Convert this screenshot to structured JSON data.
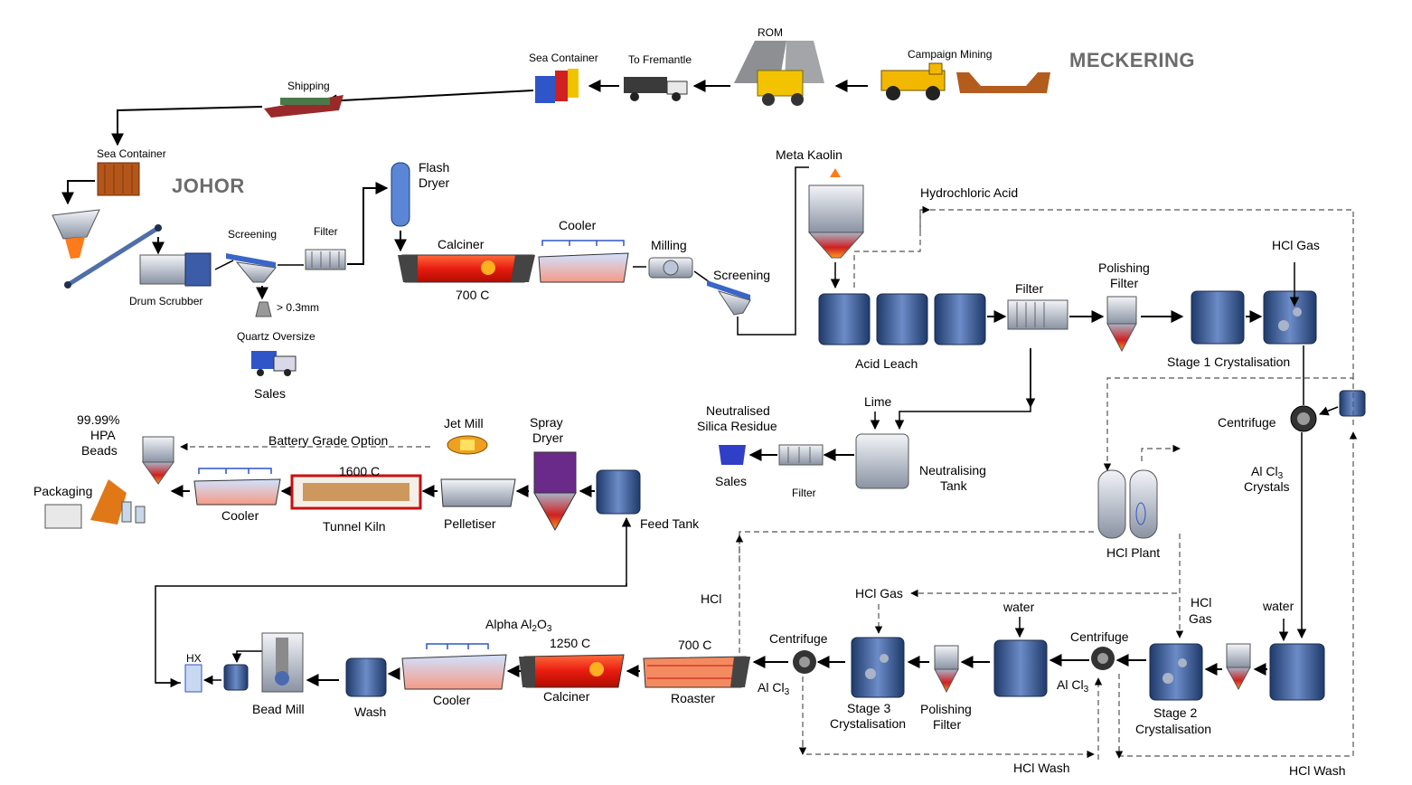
{
  "sites": {
    "meckering": "MECKERING",
    "johor": "JOHOR"
  },
  "top_row": {
    "campaign_mining": "Campaign  Mining",
    "rom": "ROM",
    "to_fremantle": "To Fremantle",
    "sea_container_1": "Sea Container",
    "shipping": "Shipping",
    "sea_container_2": "Sea Container"
  },
  "johor_front": {
    "drum_scrubber": "Drum Scrubber",
    "screening": "Screening",
    "filter": "Filter",
    "oversize": "> 0.3mm",
    "quartz_oversize": "Quartz  Oversize",
    "sales": "Sales",
    "flash_dryer_1": "Flash",
    "flash_dryer_2": "Dryer",
    "calciner": "Calciner",
    "calciner_temp": "700 C",
    "cooler": "Cooler",
    "milling": "Milling",
    "screening_2": "Screening",
    "meta_kaolin": "Meta Kaolin"
  },
  "leach": {
    "hydrochloric_acid": "Hydrochloric Acid",
    "acid_leach": "Acid Leach",
    "filter": "Filter",
    "polishing_filter_1": "Polishing",
    "polishing_filter_2": "Filter",
    "hcl_gas": "HCl Gas",
    "stage1": "Stage 1 Crystalisation",
    "lime": "Lime",
    "neutralised_1": "Neutralised",
    "neutralised_2": "Silica Residue",
    "sales": "Sales",
    "filter_small": "Filter",
    "neutralising_1": "Neutralising",
    "neutralising_2": "Tank"
  },
  "right_side": {
    "centrifuge": "Centrifuge",
    "alcl3_crystals_1": "Al Cl",
    "alcl3_crystals_sub": "3",
    "alcl3_crystals_2": "Crystals",
    "hcl_plant": "HCl Plant",
    "hcl_gas_1": "HCl",
    "hcl_gas_2": "Gas",
    "water": "water"
  },
  "product": {
    "hpa_1": "99.99%",
    "hpa_2": "HPA",
    "hpa_3": "Beads",
    "battery_option": "Battery Grade Option",
    "jet_mill": "Jet Mill",
    "spray_dryer_1": "Spray",
    "spray_dryer_2": "Dryer",
    "packaging": "Packaging",
    "cooler": "Cooler",
    "kiln_temp": "1600 C",
    "tunnel_kiln": "Tunnel Kiln",
    "pelletiser": "Pelletiser",
    "feed_tank": "Feed Tank"
  },
  "bottom": {
    "hx": "HX",
    "bead_mill": "Bead Mill",
    "wash": "Wash",
    "cooler": "Cooler",
    "alpha_1": "Alpha Al",
    "alpha_sub1": "2",
    "alpha_2": "O",
    "alpha_sub2": "3",
    "calciner_temp": "1250 C",
    "calciner": "Calciner",
    "roaster_temp": "700 C",
    "roaster": "Roaster",
    "hcl": "HCl",
    "centrifuge_1": "Centrifuge",
    "alcl3_1": "Al Cl",
    "alcl3_sub": "3",
    "stage3_1": "Stage 3",
    "stage3_2": "Crystalisation",
    "polishing_1": "Polishing",
    "polishing_2": "Filter",
    "hcl_gas": "HCl Gas",
    "water": "water",
    "centrifuge_2": "Centrifuge",
    "alcl3_2": "Al Cl",
    "alcl3_sub2": "3",
    "stage2_1": "Stage 2",
    "stage2_2": "Crystalisation",
    "hcl_wash_1": "HCl Wash",
    "hcl_wash_2": "HCl Wash"
  }
}
